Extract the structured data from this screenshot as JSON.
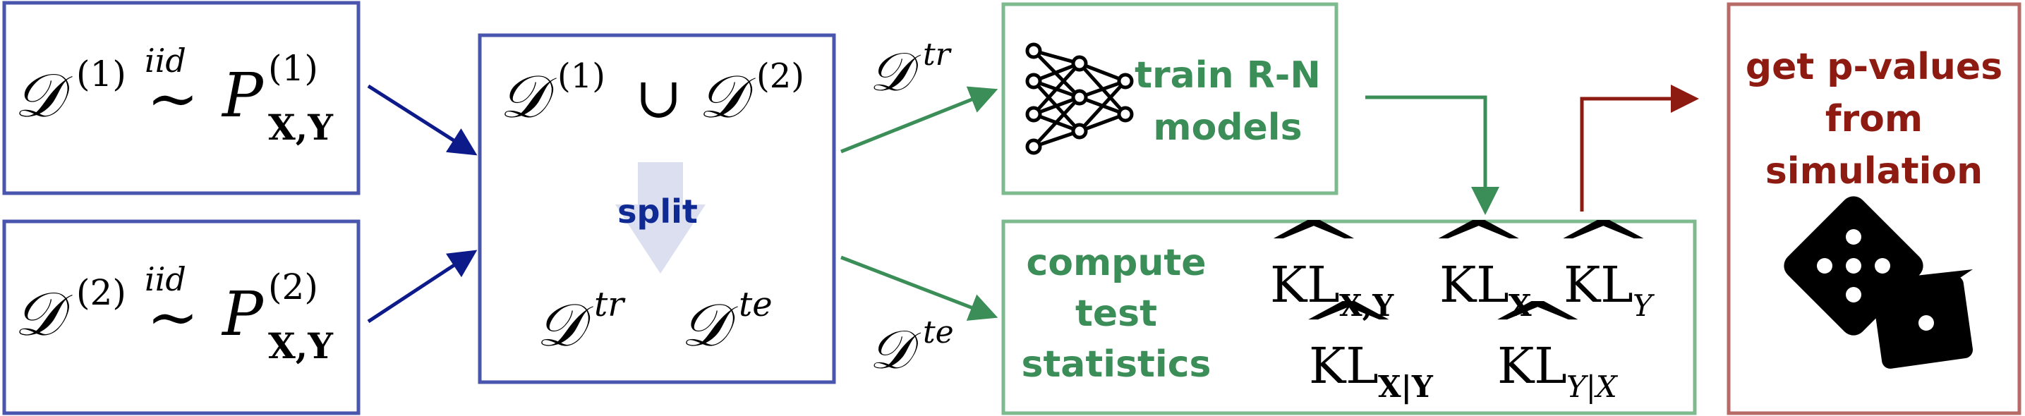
{
  "colors": {
    "blue_box": "#4a56ad",
    "blue_arrow": "#0d1a8a",
    "split_arrow_fill": "#dcdff0",
    "split_text": "#102a93",
    "green": "#3c8e58",
    "green_box": "#7dbb8f",
    "red": "#8e1b12",
    "red_box": "#b86a66",
    "black": "#000000"
  },
  "icons": {
    "network": "neural-network-icon",
    "dice": "dice-icon"
  },
  "box1": {
    "D": "𝒟",
    "sup": "(1)",
    "sim": "∼",
    "iid": "iid",
    "P": "P",
    "sub": "X,Y"
  },
  "box2": {
    "D": "𝒟",
    "sup": "(2)",
    "sim": "∼",
    "iid": "iid",
    "P": "P",
    "sub": "X,Y"
  },
  "merge": {
    "D": "𝒟",
    "sup1": "(1)",
    "union": "∪",
    "sup2": "(2)",
    "split_label": "split",
    "tr_sup": "tr",
    "te_sup": "te"
  },
  "arrow_labels": {
    "D": "𝒟",
    "tr": "tr",
    "te": "te"
  },
  "train": {
    "line1": "train R-N",
    "line2": "models"
  },
  "compute": {
    "line1": "compute",
    "line2": "test",
    "line3": "statistics",
    "stat_name": "KL",
    "hat": "^",
    "sub1": "X,Y",
    "sub2": "X",
    "sub3": "Y",
    "sub4": "X|Y",
    "sub5": "Y|X"
  },
  "pvalues": {
    "line1": "get p-values",
    "line2": "from",
    "line3": "simulation"
  }
}
